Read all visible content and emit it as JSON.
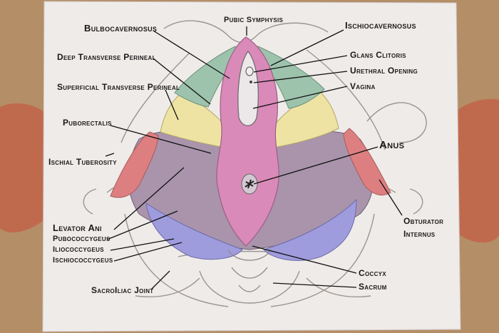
{
  "labels": {
    "bulbocavernosus": "Bulbocavernosus",
    "pubic_symphysis": "Pubic Symphysis",
    "ischiocavernosus": "Ischiocavernosus",
    "deep_transverse_perineal": "Deep Transverse Perineal",
    "glans_clitoris": "Glans Clitoris",
    "urethral_opening": "Urethral Opening",
    "superficial_transverse_perineal": "Superficial Transverse Perineal",
    "vagina": "Vagina",
    "puborectalis": "Puborectalis",
    "anus": "Anus",
    "ischial_tuberosity": "Ischial Tuberosity",
    "levator_ani": "Levator Ani",
    "pubococcygeus": "Pubococcygeus",
    "iliococcygeus": "Iliococcygeus",
    "ischiococcygeus": "Ischiococcygeus",
    "obturator": "Obturator",
    "internus": "Internus",
    "coccyx": "Coccyx",
    "sacrum": "Sacrum",
    "sacroiliac_joint": "SacroIliac Joint"
  },
  "colors": {
    "paper": "#eeeae8",
    "pink": "#d98ab8",
    "green": "#9dc3ad",
    "yellow": "#efe3a4",
    "purple": "#a994ac",
    "blue": "#9f9cde",
    "red": "#dd7f80"
  }
}
